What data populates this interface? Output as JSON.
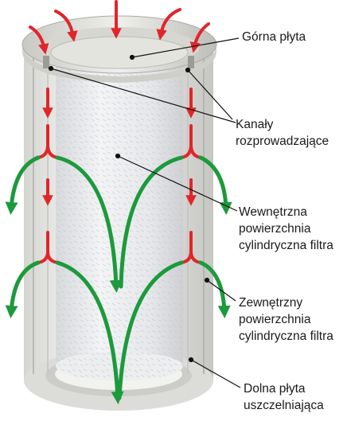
{
  "labels": {
    "top_plate": "Górna płyta",
    "channels": [
      "Kanały",
      "rozprowadzające"
    ],
    "inner_surface": [
      "Wewnętrzna",
      "powierzchnia",
      "cylindryczna filtra"
    ],
    "outer_surface": [
      "Zewnętrzny",
      "powierzchnia",
      "cylindryczna filtra"
    ],
    "bottom_plate": [
      "Dolna płyta",
      "uszczelniająca"
    ]
  },
  "colors": {
    "inflow_arrow": "#e0262b",
    "outflow_arrow": "#1c9a3c",
    "housing": "#e6e6e2",
    "filter": "#ecedef",
    "leader_line": "#111111"
  }
}
